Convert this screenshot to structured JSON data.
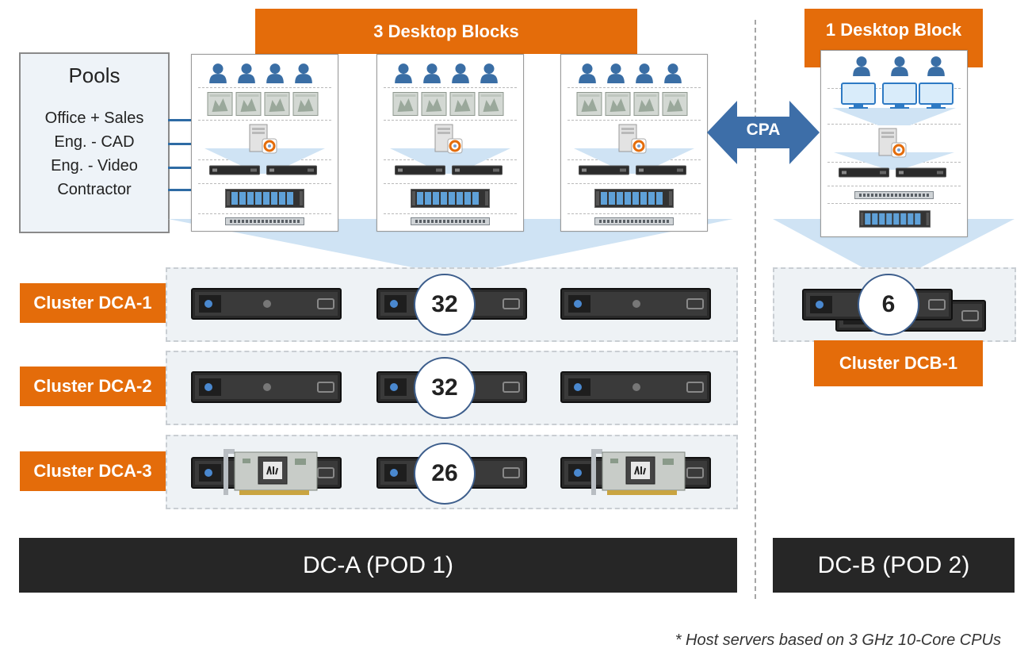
{
  "header": {
    "desktop_blocks_a": "3 Desktop Blocks",
    "desktop_blocks_b": "1 Desktop Block"
  },
  "pools": {
    "title": "Pools",
    "items": [
      "Office + Sales",
      "Eng. - CAD",
      "Eng. - Video",
      "Contractor"
    ]
  },
  "cpa": "CPA",
  "clusters": [
    {
      "name": "Cluster DCA-1",
      "count": "32"
    },
    {
      "name": "Cluster DCA-2",
      "count": "32"
    },
    {
      "name": "Cluster DCA-3",
      "count": "26"
    },
    {
      "name": "Cluster DCB-1",
      "count": "6"
    }
  ],
  "pods": {
    "a": "DC-A (POD 1)",
    "b": "DC-B (POD 2)"
  },
  "footnote": "* Host servers based on 3 GHz 10-Core CPUs",
  "colors": {
    "orange": "#e46c0a",
    "arrow_blue": "#3d6ea8",
    "dark": "#262626"
  }
}
